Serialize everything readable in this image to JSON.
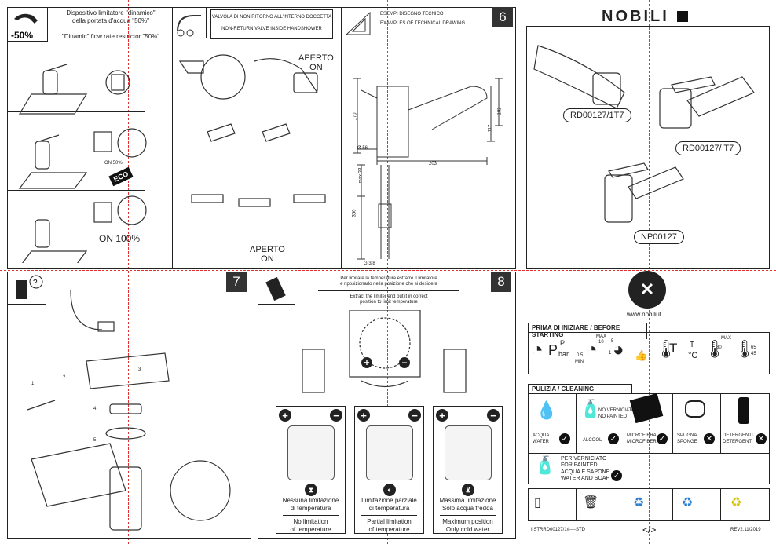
{
  "brand": {
    "logo_text": "NOBILI",
    "website": "www.nobili.it"
  },
  "page6": {
    "number": "6",
    "restrictor": {
      "percent": "-50%",
      "it": "Dispositivo limitatore \"dinamico\"\ndella portata d'acqua \"50%\"",
      "en": "\"Dinamic\" flow rate restrictor \"50%\""
    },
    "valve": {
      "it": "VALVOLA DI NON RITORNO ALL'INTERNO DOCCETTA",
      "en": "NON-RETURN VALVE INSIDE HANDSHOWER"
    },
    "aperto_on_1": "APERTO\nON",
    "aperto_on_2": "APERTO\nON",
    "on_50": "ON  50%",
    "on_100": "ON 100%",
    "eco": "ECO",
    "tech": {
      "it": "ESEMPI DISEGNO TECNICO",
      "en": "EXAMPLES OF TECHNICAL DRAWING"
    },
    "dims": {
      "d170": "170",
      "d182": "182",
      "d117": "117",
      "d203": "203",
      "d56": "Ø 56",
      "max33": "max 33",
      "d350": "350",
      "g38": "G 3/8"
    }
  },
  "models": [
    {
      "code": "RD00127/1T7"
    },
    {
      "code": "RD00127/ T7"
    },
    {
      "code": "NP00127"
    }
  ],
  "page7": {
    "number": "7",
    "steps": [
      "1",
      "2",
      "3",
      "4",
      "5"
    ],
    "help": "?"
  },
  "page8": {
    "number": "8",
    "intro_it": "Per limitare la temperatura estrarre il limitatore\ne riposizionarlo nella posizione che si desidera",
    "intro_en": "Extract the limiter and put it in correct\nposition to limit temperature",
    "columns": [
      {
        "it": "Nessuna limitazione\ndi temperatura",
        "en": "No limitation\nof temperature"
      },
      {
        "it": "Limitazione parziale\ndi temperatura",
        "en": "Partial limitation\nof temperature"
      },
      {
        "it": "Massima limitazione\nSolo acqua fredda",
        "en": "Maximum position\nOnly cold water"
      }
    ]
  },
  "before_starting": {
    "title": "PRIMA DI INIZIARE  / BEFORE STARTING",
    "p_label": "P",
    "p_unit": "bar",
    "min_val": "0,5",
    "min_label": "MIN",
    "max_val_p": "10",
    "max_label": "MAX",
    "mid_val": "5",
    "one": "1",
    "t_label": "T",
    "t_unit": "°C",
    "max_temp": "80",
    "temp_range_hi": "65",
    "temp_range_lo": "45"
  },
  "cleaning": {
    "title": "PULIZIA  /  CLEANING",
    "items": [
      {
        "it": "ACQUA",
        "en": "WATER"
      },
      {
        "it": "ALCOOL",
        "en": ""
      },
      {
        "it": "MICROFIBRA",
        "en": "MICROFIBER"
      },
      {
        "it": "SPUGNA",
        "en": "SPONGE"
      },
      {
        "it": "DETERGENTI",
        "en": "DETERGENT"
      }
    ],
    "not_painted_it": "NO VERNICIATO",
    "not_painted_en": "NO PAINTED",
    "painted_it": "PER VERNICIATO",
    "painted_en": "FOR PAINTED",
    "soap_it": "ACQUA E SAPONE",
    "soap_en": "WATER AND SOAP"
  },
  "footer": {
    "code": "IISTRRD00127/1#----STD",
    "rev": "REV2.11/2019"
  }
}
